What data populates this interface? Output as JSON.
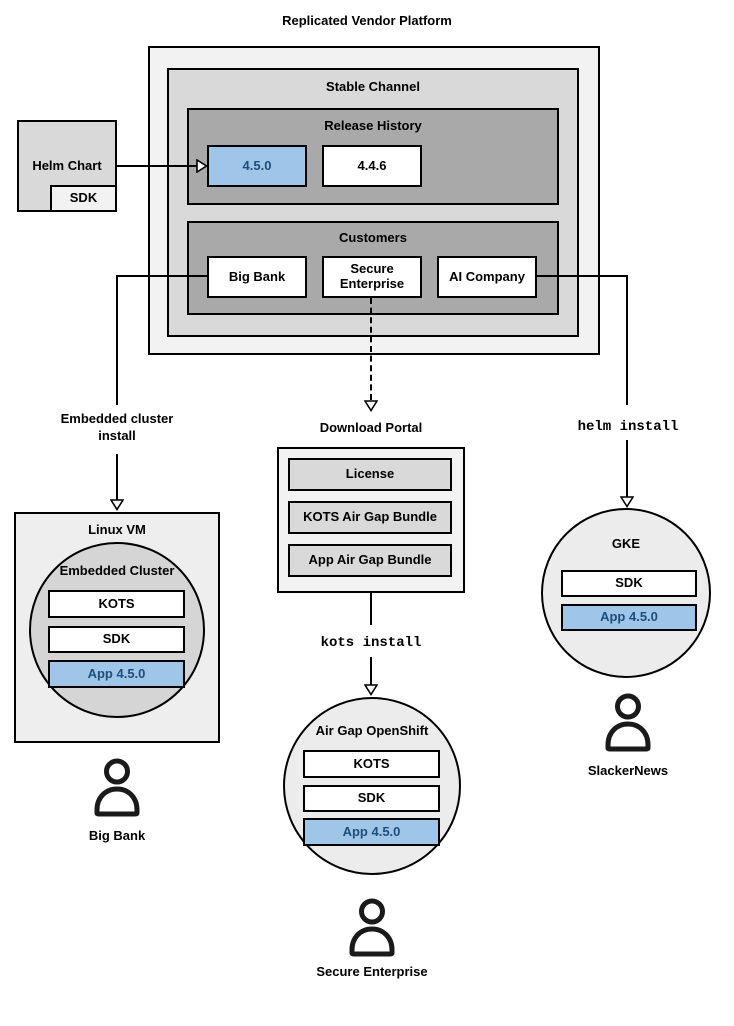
{
  "diagram": {
    "title": "Replicated Vendor Platform"
  },
  "platform": {
    "stable_channel": {
      "label": "Stable Channel"
    },
    "release_history": {
      "label": "Release History",
      "releases": [
        "4.5.0",
        "4.4.6"
      ],
      "highlighted_release": "4.5.0"
    },
    "customers": {
      "label": "Customers",
      "items": [
        "Big Bank",
        "Secure Enterprise",
        "AI Company"
      ]
    }
  },
  "helm_chart": {
    "label": "Helm Chart",
    "sdk": "SDK"
  },
  "flow_left": {
    "install_label": "Embedded cluster install",
    "node_title": "Linux VM",
    "cluster_title": "Embedded Cluster",
    "components": [
      "KOTS",
      "SDK",
      "App 4.5.0"
    ],
    "user": "Big Bank"
  },
  "flow_mid": {
    "portal_title": "Download Portal",
    "portal_items": [
      "License",
      "KOTS Air Gap Bundle",
      "App Air Gap Bundle"
    ],
    "install_label": "kots install",
    "node_title": "Air Gap OpenShift",
    "components": [
      "KOTS",
      "SDK",
      "App 4.5.0"
    ],
    "user": "Secure Enterprise"
  },
  "flow_right": {
    "install_label": "helm install",
    "node_title": "GKE",
    "components": [
      "SDK",
      "App 4.5.0"
    ],
    "user": "SlackerNews"
  },
  "colors": {
    "highlight_fill": "#9fc5e8",
    "highlight_border": "#2e75b6",
    "highlight_text": "#1f4e79",
    "box_dark": "#a9a9a9",
    "box_mid": "#d9d9d9",
    "box_light": "#f2f2f2"
  }
}
